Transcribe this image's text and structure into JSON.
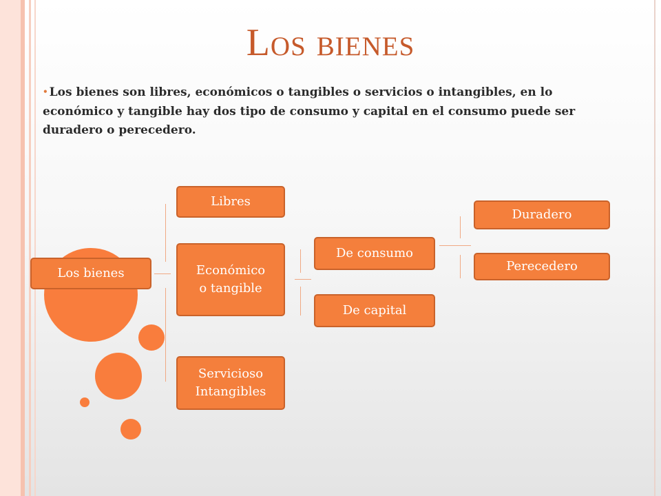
{
  "slide": {
    "title": "Los bienes",
    "bullet": "Los bienes son libres, económicos o tangibles o servicios o intangibles, en lo económico y tangible hay dos tipo de consumo y capital en el consumo puede ser duradero o perecedero."
  },
  "diagram": {
    "root": "Los bienes",
    "level1": {
      "libres": "Libres",
      "economico_line1": "Económico",
      "economico_line2": "o tangible",
      "servicios_line1": "Servicioso",
      "servicios_line2": "Intangibles"
    },
    "level2": {
      "consumo": "De consumo",
      "capital": "De capital"
    },
    "level3": {
      "duradero": "Duradero",
      "perecedero": "Perecedero"
    }
  },
  "colors": {
    "accent": "#f47f3c",
    "title": "#c65a2b",
    "connector": "#f0a882",
    "stripe": "#f6c7b6"
  }
}
